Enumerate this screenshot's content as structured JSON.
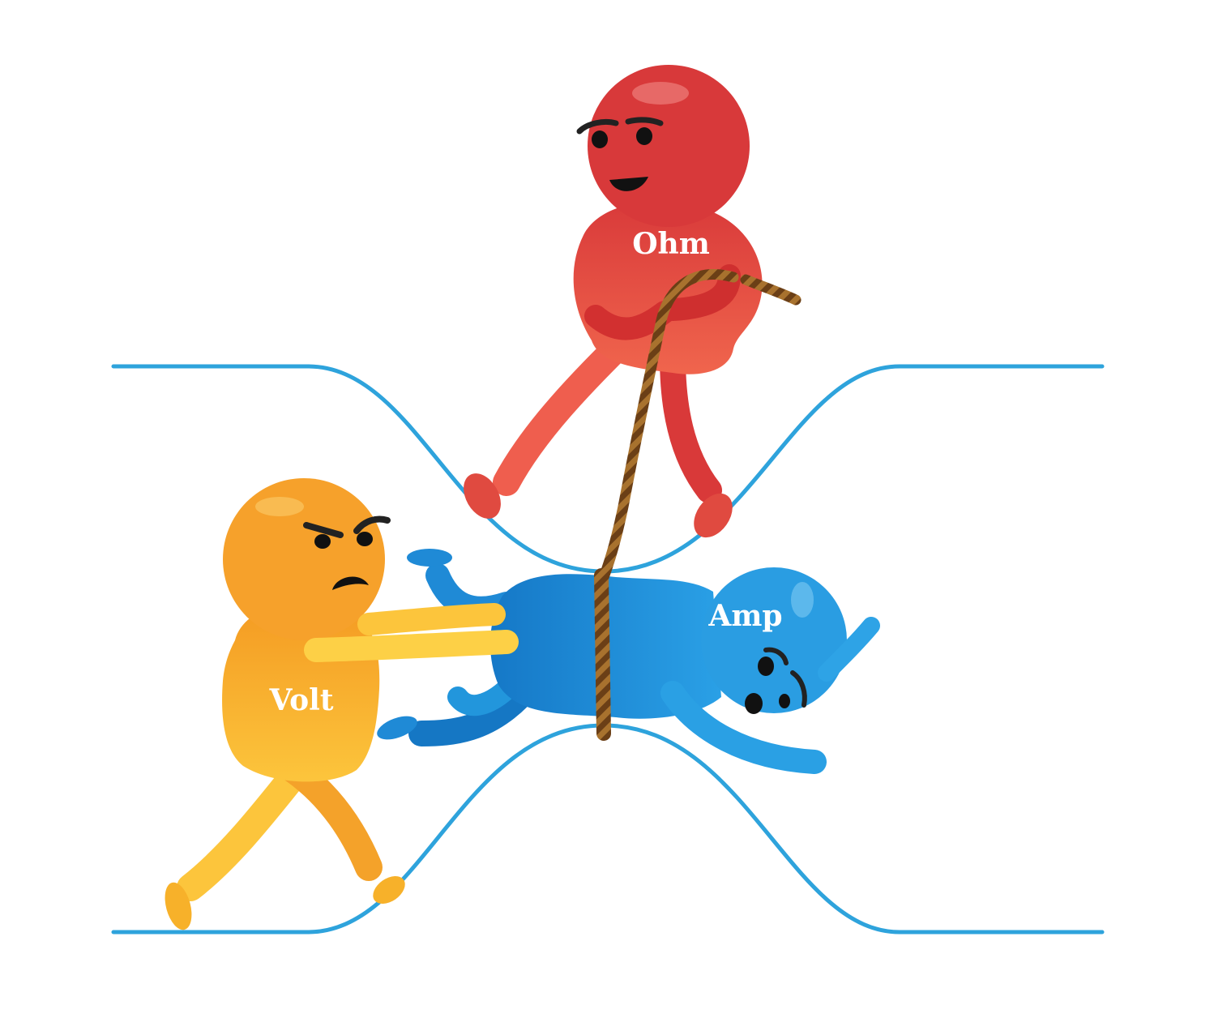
{
  "characters": {
    "ohm": {
      "label": "Ohm"
    },
    "amp": {
      "label": "Amp"
    },
    "volt": {
      "label": "Volt"
    }
  },
  "colors": {
    "ohm": "#e0433f",
    "amp": "#1f8ad6",
    "volt": "#f7b12a",
    "wire": "#2ea3dc",
    "rope": "#6b3f16"
  }
}
